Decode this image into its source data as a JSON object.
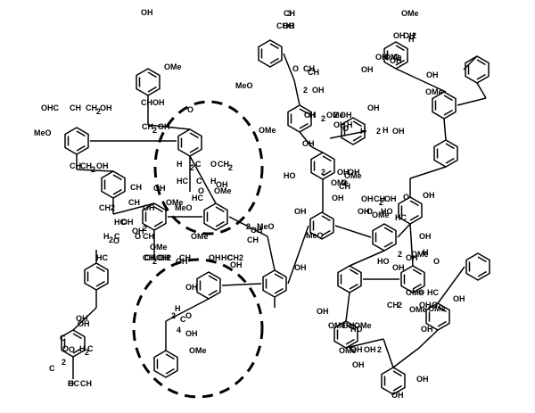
{
  "diagram": {
    "labels": [
      "OH",
      "OMe",
      "OHC",
      "CH",
      "CH",
      "2",
      "OH",
      "CHOH",
      "CH",
      "2",
      "OH",
      "MeO",
      "CH",
      "CH",
      "2",
      "OH",
      "O",
      "H",
      "2",
      "C",
      "O",
      "CH",
      "2",
      "HC",
      "C",
      "H",
      "OH",
      "CH",
      "2",
      "OH",
      "MeO",
      "CH",
      "CH",
      "2",
      "OH",
      "H",
      "2",
      "C",
      "CH",
      "O",
      "OMe",
      "OH",
      "HC",
      "OH",
      "OMe",
      "OMe",
      "HC",
      "O",
      "CH",
      "2",
      "OH",
      "CH",
      "2",
      "OH",
      "CH",
      "OH",
      "HC",
      "O",
      "OMe",
      "OH",
      "HC",
      "CH",
      "2",
      "OH",
      "H",
      "2",
      "C",
      "O",
      "4",
      "OH",
      "OMe",
      "HC",
      "O",
      "CH",
      "2",
      "C",
      "O",
      "H",
      "2",
      "C",
      "C",
      "O",
      "OH",
      "OH",
      "OH",
      "2",
      "OH",
      "MeO",
      "CH",
      "OH",
      "CH",
      "3",
      "CHO",
      "OH",
      "MeO",
      "O",
      "CH",
      "CH",
      "2",
      "OH",
      "OMe",
      "OH",
      "OH",
      "H",
      "2",
      "OMe",
      "OH",
      "H",
      "2",
      "OH",
      "OH",
      "O",
      "H",
      "2",
      "OH",
      "OMe",
      "OH",
      "HO",
      "OMe",
      "CH",
      "2",
      "OH",
      "OH",
      "MeO",
      "OH",
      "CH",
      "2",
      "OH",
      "OH",
      "O",
      "OMe",
      "HO",
      "HC",
      "O",
      "OH",
      "OH",
      "H",
      "2",
      "OH",
      "OMe",
      "HO",
      "OH",
      "OMe",
      "O",
      "HC",
      "O",
      "OMe",
      "CH",
      "2",
      "OH",
      "OMe",
      "O",
      "OH",
      "OH",
      "OH",
      "OMe",
      "OH",
      "HO",
      "OMe",
      "OMe",
      "OH",
      "OH",
      "OH",
      "2",
      "OH",
      "OH",
      "H",
      "2",
      "OH",
      "OMe",
      "OH",
      "OH",
      "H",
      "2",
      "OH",
      "OH",
      "OMe",
      "OH",
      "O",
      "OH",
      "OMe"
    ]
  }
}
